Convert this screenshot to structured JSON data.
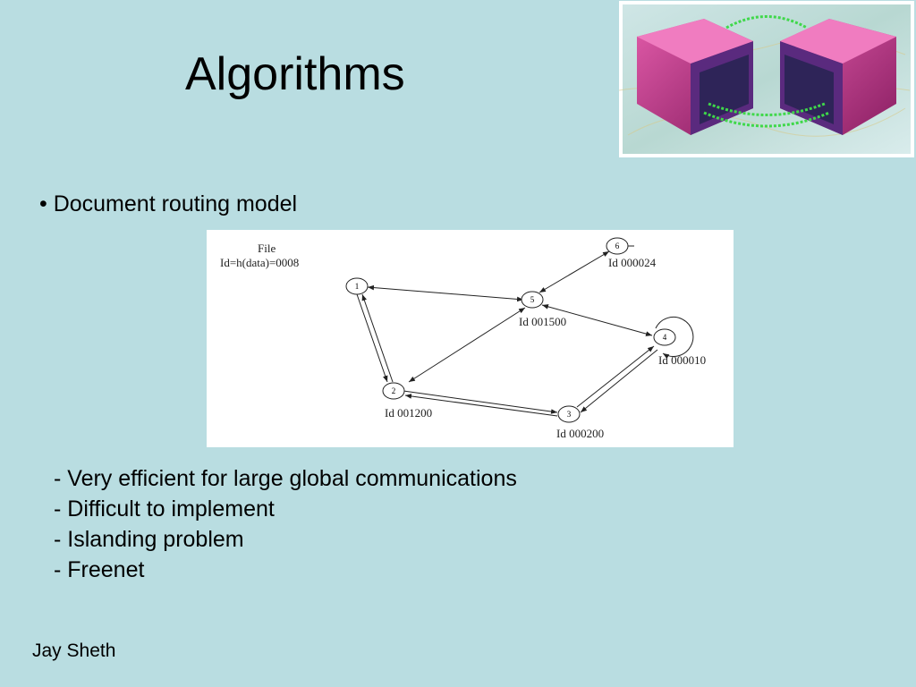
{
  "slide": {
    "title": "Algorithms",
    "bullet": "• Document routing model",
    "sub_items": [
      "- Very efficient for large global communications",
      "- Difficult to implement",
      "- Islanding problem",
      "- Freenet"
    ],
    "footer": "Jay Sheth"
  },
  "diagram": {
    "file_label": "File",
    "file_id": "Id=h(data)=0008",
    "nodes": [
      {
        "label": "1",
        "id_text": ""
      },
      {
        "label": "2",
        "id_text": "Id 001200"
      },
      {
        "label": "3",
        "id_text": "Id 000200"
      },
      {
        "label": "4",
        "id_text": "Id 000010"
      },
      {
        "label": "5",
        "id_text": "Id 001500"
      },
      {
        "label": "6",
        "id_text": "Id 000024"
      }
    ]
  },
  "image": {
    "icon": "networked-computers-icon",
    "colors": {
      "monitor": "#c23a8c",
      "screen": "#3b2b6e",
      "link": "#3fd84a"
    }
  }
}
